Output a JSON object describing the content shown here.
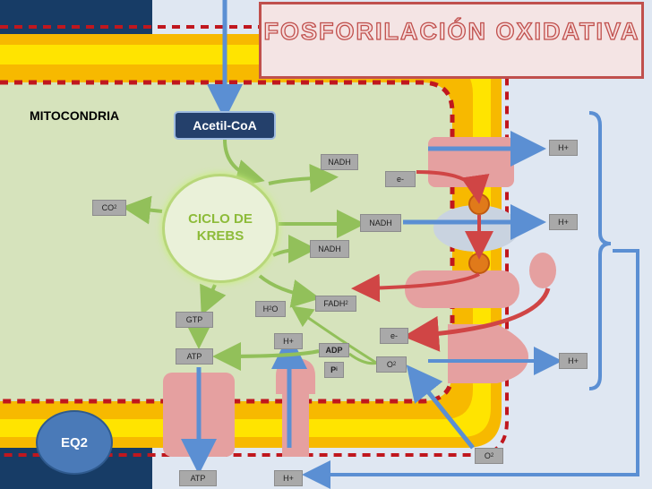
{
  "title": "FOSFORILACIÓN OXIDATIVA",
  "compartment_label": "MITOCONDRIA",
  "input_label": "Acetil-CoA",
  "cycle_label": "CICLO DE KREBS",
  "badge_label": "EQ2",
  "labels": {
    "nadh_1": "NADH",
    "nadh_2": "NADH",
    "nadh_3": "NADH",
    "fadh2": "FADH",
    "fadh2_sub": "2",
    "co2": "CO",
    "co2_sub": "2",
    "gtp": "GTP",
    "atp_inner": "ATP",
    "atp_outer": "ATP",
    "h2o": "H",
    "h2o_sub": "2",
    "h2o_tail": "O",
    "adp": "ADP",
    "pi": "P",
    "pi_sub": "i",
    "electron_1": "e-",
    "electron_2": "e-",
    "oxygen_inner": "O",
    "oxygen_inner_sub": "2",
    "oxygen_outer": "O",
    "oxygen_outer_sub": "2",
    "proton_1": "H+",
    "proton_2": "H+",
    "proton_3": "H+",
    "proton_4": "H+",
    "proton_bottom": "H+"
  },
  "colors": {
    "membrane_orange": "#f7b900",
    "membrane_yellow": "#ffe400",
    "matrix_green": "#d6e3bc",
    "protein_pink": "#e5a0a0",
    "arrow_blue": "#5b8fd3",
    "arrow_red": "#d04545",
    "arrow_green": "#92c05a",
    "dashed_red": "#c0171e",
    "navy": "#173c66"
  }
}
